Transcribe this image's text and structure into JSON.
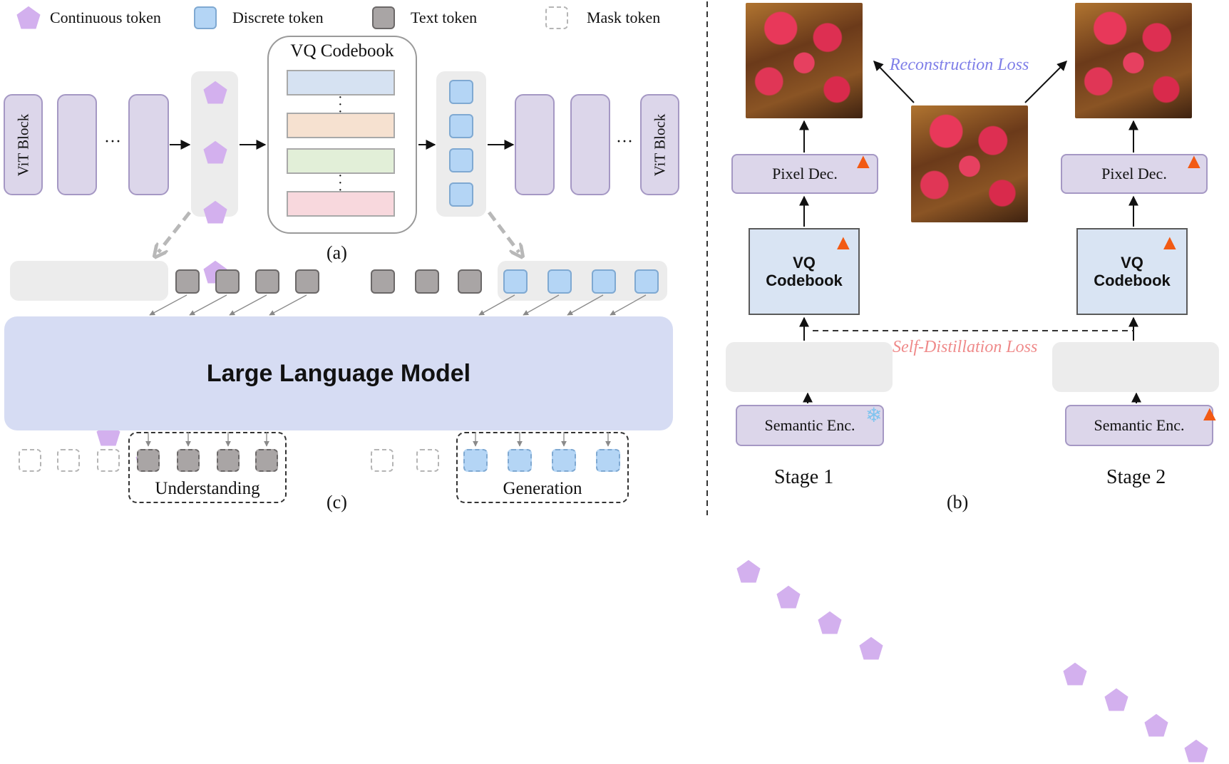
{
  "legend": {
    "continuous": "Continuous token",
    "discrete": "Discrete token",
    "text": "Text token",
    "mask": "Mask token"
  },
  "panel_a": {
    "vit_block": "ViT Block",
    "ellipsis": "···",
    "vq_codebook_title": "VQ Codebook",
    "codebook_colors": [
      "#d6e2f2",
      "#f6e1d0",
      "#e2efd8",
      "#f8d8dd"
    ],
    "caption": "(a)"
  },
  "panel_c": {
    "llm": "Large Language Model",
    "understanding": "Understanding",
    "generation": "Generation",
    "caption": "(c)"
  },
  "panel_b": {
    "pixel_dec": "Pixel Dec.",
    "vq_codebook": "VQ\nCodebook",
    "semantic_enc": "Semantic Enc.",
    "reconstruction_loss": "Reconstruction Loss",
    "self_distillation_loss": "Self-Distillation Loss",
    "stage1": "Stage 1",
    "stage2": "Stage 2",
    "caption": "(b)",
    "icons": {
      "trainable": "fire-icon",
      "frozen": "ice-icon"
    }
  },
  "colors": {
    "continuous": "#d3b0ee",
    "discrete": "#b4d5f5",
    "text": "#a9a5a5",
    "llm": "#d6dcf3",
    "vit": "#dcd6ea",
    "reconstruction_loss": "#7f7fe8",
    "self_distillation_loss": "#ef8a8a"
  }
}
